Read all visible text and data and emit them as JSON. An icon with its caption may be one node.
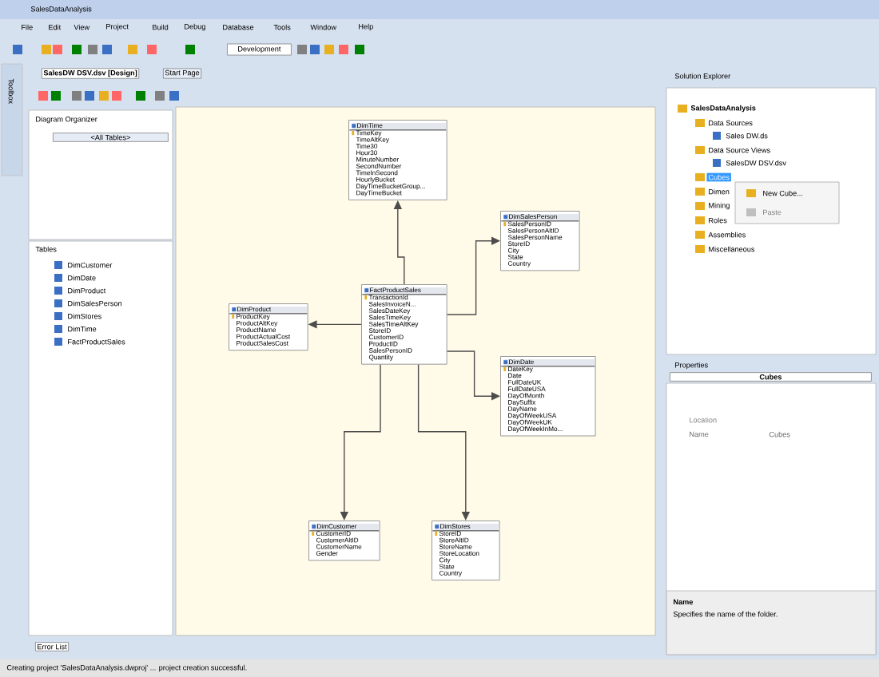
{
  "diagram": {
    "nodes": [
      {
        "text": [
          "DimTime",
          "TimeKey",
          "TimeAltKey",
          "Time30",
          "Hour30",
          "MinuteNumber",
          "SecondNumber",
          "TimeInSecond",
          "HourlyBucket",
          "DayTimeBucketGroup...",
          "DayTimeBucket"
        ]
      },
      {
        "text": [
          "DimSalesPerson",
          "SalesPersonID",
          "SalesPersonAltID",
          "SalesPersonName",
          "StoreID",
          "City",
          "State",
          "Country"
        ]
      },
      {
        "text": [
          "DimProduct",
          "ProductKey",
          "ProductAltKey",
          "ProductName",
          "ProductActualCost",
          "ProductSalesCost"
        ]
      },
      {
        "text": [
          "FactProductSales",
          "TransactionId",
          "SalesInvoiceN...",
          "SalesDateKey",
          "SalesTimeKey",
          "SalesTimeAltKey",
          "StoreID",
          "CustomerID",
          "ProductID",
          "SalesPersonID",
          "Quantity"
        ]
      },
      {
        "text": [
          "DimDate",
          "DateKey",
          "Date",
          "FullDateUK",
          "FullDateUSA",
          "DayOfMonth",
          "DaySuffix",
          "DayName",
          "DayOfWeekUSA",
          "DayOfWeekUK",
          "DayOfWeekInMo..."
        ]
      },
      {
        "text": [
          "DimCustomer",
          "CustomerID",
          "CustomerAltID",
          "CustomerName",
          "Gender"
        ]
      },
      {
        "text": [
          "DimStores",
          "StoreID",
          "StoreAltID",
          "StoreName",
          "StoreLocation",
          "City",
          "State",
          "Country"
        ]
      }
    ],
    "edges": [
      {
        "from": 3,
        "to": 0,
        "arrow": "to"
      },
      {
        "from": 3,
        "to": 1,
        "arrow": "to"
      },
      {
        "from": 3,
        "to": 2,
        "arrow": "to"
      },
      {
        "from": 3,
        "to": 4,
        "arrow": "to"
      },
      {
        "from": 3,
        "to": 5,
        "arrow": "to"
      },
      {
        "from": 3,
        "to": 6,
        "arrow": "to"
      }
    ],
    "labels": [
      "SalesDataAnalysis",
      "File",
      "Edit",
      "View",
      "Project",
      "Build",
      "Debug",
      "Database",
      "Tools",
      "Window",
      "Help",
      "Development",
      "Toolbox",
      "SalesDW DSV.dsv [Design]",
      "Start Page",
      "Diagram Organizer",
      "<All Tables>",
      "Tables",
      "DimCustomer",
      "DimDate",
      "DimProduct",
      "DimSalesPerson",
      "DimStores",
      "DimTime",
      "FactProductSales",
      "Solution Explorer",
      "SalesDataAnalysis",
      "Data Sources",
      "Sales DW.ds",
      "Data Source Views",
      "SalesDW DSV.dsv",
      "Cubes",
      "Dimen",
      "Mining",
      "Roles",
      "Assemblies",
      "Miscellaneous",
      "New Cube...",
      "Paste",
      "Properties",
      "Cubes",
      "Location",
      "Name",
      "Cubes",
      "Name",
      "Specifies the name of the folder.",
      "Error List",
      "Creating project 'SalesDataAnalysis.dwproj' ... project creation successful."
    ]
  }
}
